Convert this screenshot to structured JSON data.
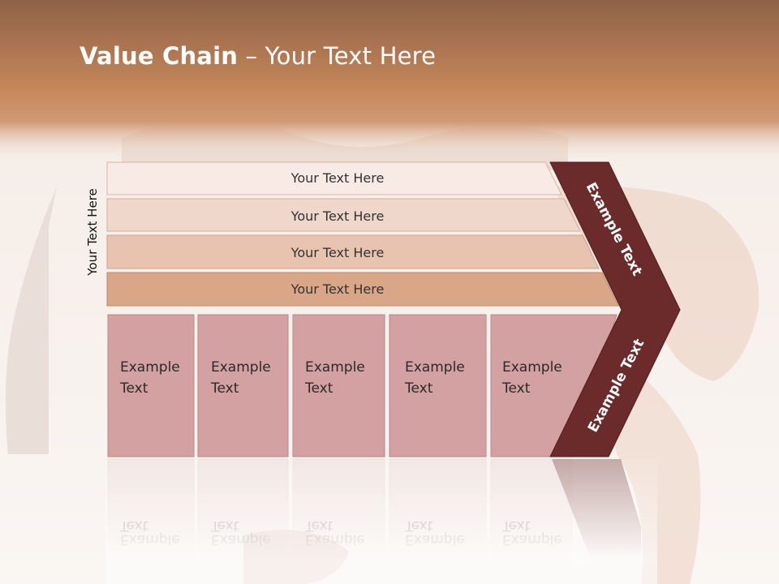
{
  "slide": {
    "title_bold": "Value Chain",
    "title_rest": " – Your Text Here",
    "side_label": "Your Text Here"
  },
  "bars": [
    {
      "label": "Your Text Here",
      "color": "#f8ebe6"
    },
    {
      "label": "Your Text Here",
      "color": "#f0d7cb"
    },
    {
      "label": "Your Text Here",
      "color": "#e8c3b0"
    },
    {
      "label": "Your Text Here",
      "color": "#d9a687"
    }
  ],
  "boxes": [
    {
      "line1": "Example",
      "line2": "Text"
    },
    {
      "line1": "Example",
      "line2": "Text"
    },
    {
      "line1": "Example",
      "line2": "Text"
    },
    {
      "line1": "Example",
      "line2": "Text"
    },
    {
      "line1": "Example",
      "line2": "Text"
    }
  ],
  "chevron": {
    "upper_label": "Example Text",
    "lower_label": "Example Text",
    "color": "#6b2b2b"
  },
  "colors": {
    "header_band": "#c48458",
    "box_fill": "#d3a1a1",
    "box_stroke": "#b88686"
  }
}
